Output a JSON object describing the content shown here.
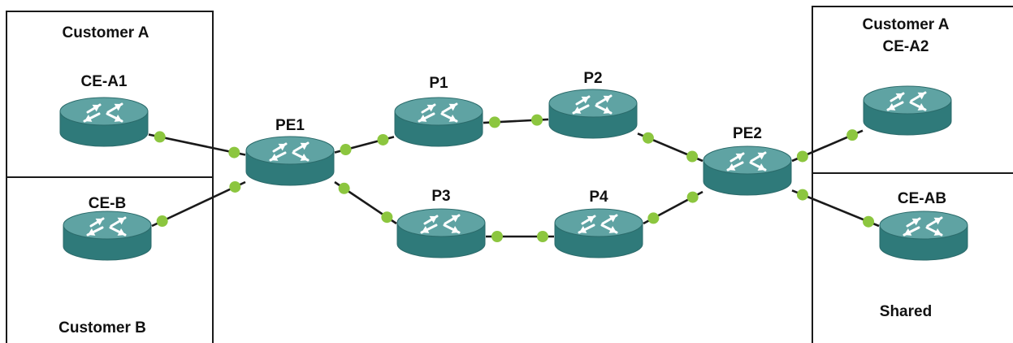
{
  "site_labels": {
    "left_top": "Customer A",
    "left_bottom": "Customer B",
    "right_top_line1": "Customer A",
    "right_top_line2": "CE-A2",
    "right_bottom": "Shared"
  },
  "routers": [
    {
      "id": "ce-a1",
      "label": "CE-A1"
    },
    {
      "id": "ce-b",
      "label": "CE-B"
    },
    {
      "id": "pe1",
      "label": "PE1"
    },
    {
      "id": "p1",
      "label": "P1"
    },
    {
      "id": "p2",
      "label": "P2"
    },
    {
      "id": "p3",
      "label": "P3"
    },
    {
      "id": "p4",
      "label": "P4"
    },
    {
      "id": "pe2",
      "label": "PE2"
    },
    {
      "id": "ce-a2",
      "label": ""
    },
    {
      "id": "ce-ab",
      "label": "CE-AB"
    }
  ],
  "links": [
    {
      "from": "ce-a1",
      "to": "pe1"
    },
    {
      "from": "ce-b",
      "to": "pe1"
    },
    {
      "from": "pe1",
      "to": "p1"
    },
    {
      "from": "pe1",
      "to": "p3"
    },
    {
      "from": "p1",
      "to": "p2"
    },
    {
      "from": "p3",
      "to": "p4"
    },
    {
      "from": "p2",
      "to": "pe2"
    },
    {
      "from": "p4",
      "to": "pe2"
    },
    {
      "from": "pe2",
      "to": "ce-a2"
    },
    {
      "from": "pe2",
      "to": "ce-ab"
    }
  ],
  "colors": {
    "router_top": "#5fa3a3",
    "router_side": "#2f7a7a",
    "router_edge": "#2b6b6b",
    "arrow": "#ffffff",
    "port_dot": "#8cc63f",
    "link": "#1a1a1a",
    "box_border": "#1a1a1a"
  }
}
